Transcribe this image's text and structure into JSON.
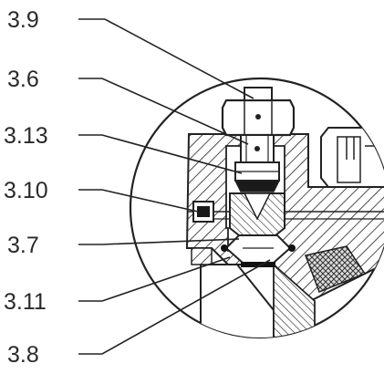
{
  "labels": {
    "c39": "3.9",
    "c36": "3.6",
    "c313": "3.13",
    "c310": "3.10",
    "c37": "3.7",
    "c311": "3.11",
    "c38": "3.8"
  }
}
